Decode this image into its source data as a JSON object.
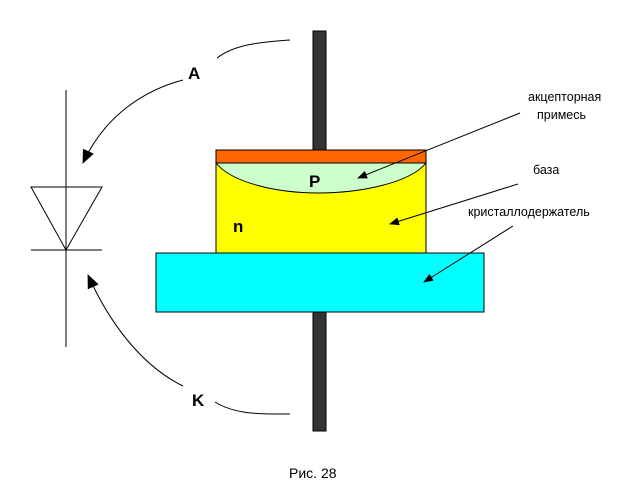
{
  "labels": {
    "anode": "A",
    "cathode": "K",
    "p_region": "P",
    "n_region": "n",
    "acceptor_line1": "акцепторная",
    "acceptor_line2": "примесь",
    "base": "база",
    "holder": "кристаллодержатель"
  },
  "caption": "Рис. 28",
  "colors": {
    "lead": "#333333",
    "top_contact": "#ff6600",
    "p_region": "#ccffcc",
    "n_region": "#ffff00",
    "holder": "#00ffff",
    "outline": "#000000"
  }
}
